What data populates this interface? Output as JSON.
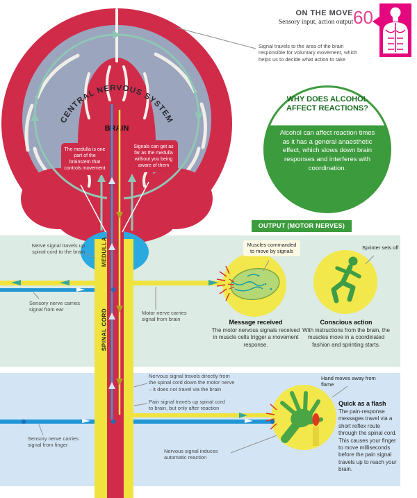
{
  "header": {
    "kicker": "ON THE MOVE",
    "subtitle": "Sensory input, action output",
    "pages": "60 / 61"
  },
  "icons": {
    "figure": "human-figure-icon",
    "bookmark": "bookmark-arrow-icon",
    "muscle": "muscle-cells-icon",
    "sprinter": "sprinter-icon",
    "hand": "hand-icon",
    "candle": "candle-flame-icon"
  },
  "colors": {
    "magenta": "#e5077e",
    "brain_red": "#d12b4a",
    "brain_gray": "#9ba5bd",
    "medulla_blue": "#2aa9e0",
    "spinal_yellow": "#f0e33d",
    "nerve_blue": "#2196d6",
    "loop_teal": "#8fc7b5",
    "green": "#3c9b3c",
    "panel_teal": "#dcebe3",
    "panel_blue": "#d3e5f5",
    "circle_yellow": "#f2e84c"
  },
  "brain": {
    "arc_label": "CENTRAL NERVOUS SYSTEM",
    "brain_label": "BRAIN",
    "medulla_label": "MEDULLA",
    "spinal_cord_label": "SPINAL CORD",
    "callout_medulla": "The medulla is one part of the brainstem that controls movement",
    "callout_awareness": "Signals can get as far as the medulla without you being aware of them"
  },
  "bubble": {
    "title": "WHY DOES ALCOHOL AFFECT REACTIONS?",
    "body": "Alcohol can affect reaction times as it has a general anaesthetic effect, which slows down brain responses and interferes with coordination."
  },
  "notes": {
    "voluntary": "Signal travels to the area of the brain responsible for voluntary movement, which helps us to decide what action to take",
    "up_spinal": "Nerve signal travels up spinal cord to the brain",
    "ear": "Sensory nerve carries signal from ear",
    "motor_from_brain": "Motor nerve carries signal from brain",
    "muscles_commanded": "Muscles commanded to move by signals",
    "sprinter": "Sprinter sets off",
    "direct_reflex": "Nervous signal travels directly from the spinal cord down the motor nerve – it does not travel via the brain",
    "pain_after": "Pain signal travels up spinal cord to brain, but only after reaction",
    "finger": "Sensory nerve carries signal from finger",
    "automatic": "Nervous signal induces automatic reaction",
    "hand_away": "Hand moves away from flame"
  },
  "output": {
    "bar_label": "OUTPUT (MOTOR NERVES)",
    "message_title": "Message received",
    "message_body": "The motor nervous signals received in muscle cells trigger a movement response.",
    "conscious_title": "Conscious action",
    "conscious_body": "With instructions from the brain, the muscles move in a coordinated fashion and sprinting starts."
  },
  "reflex": {
    "flash_title": "Quick as a flash",
    "flash_body": "The pain-response messages travel via a short reflex route through the spinal cord. This causes your finger to move milliseconds before the pain signal travels up to reach your brain."
  }
}
